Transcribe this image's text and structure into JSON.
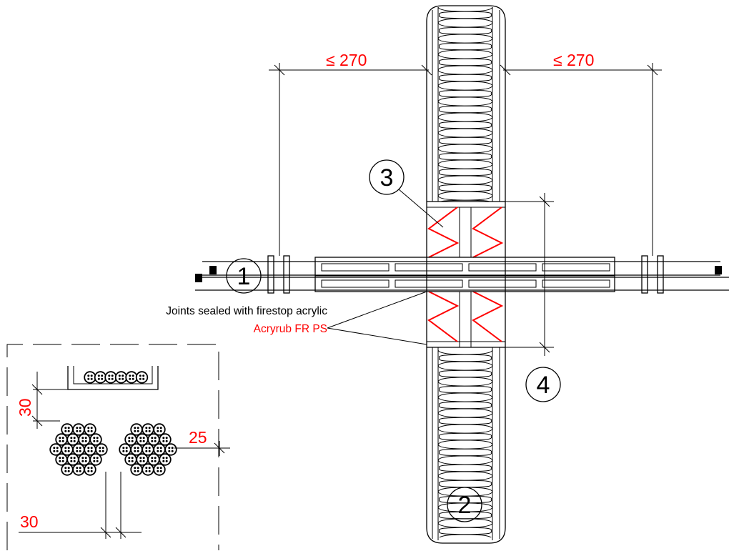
{
  "dimensions": {
    "left_clearance": "≤ 270",
    "right_clearance": "≤ 270",
    "tray_gap": "30",
    "bundle_gap": "30",
    "edge_distance": "25"
  },
  "callouts": {
    "c1": "1",
    "c2": "2",
    "c3": "3",
    "c4": "4"
  },
  "notes": {
    "sealant_line1": "Joints sealed with firestop acrylic",
    "sealant_product": "Acryrub FR PS"
  },
  "colors": {
    "dimension_text": "#ff0000",
    "sealant": "#ff0000",
    "linework": "#000000"
  }
}
